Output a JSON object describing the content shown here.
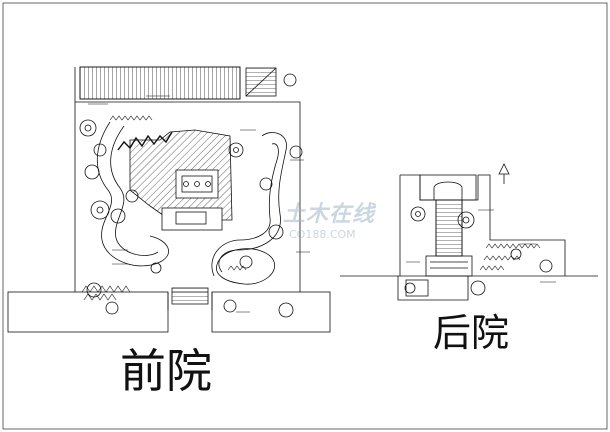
{
  "captions": {
    "front_yard": "前院",
    "back_yard": "后院"
  },
  "watermark": {
    "brand": "土木在线",
    "domain": "CO188.COM"
  },
  "colors": {
    "ink": "#111111",
    "watermark": "#9fb5c8"
  }
}
